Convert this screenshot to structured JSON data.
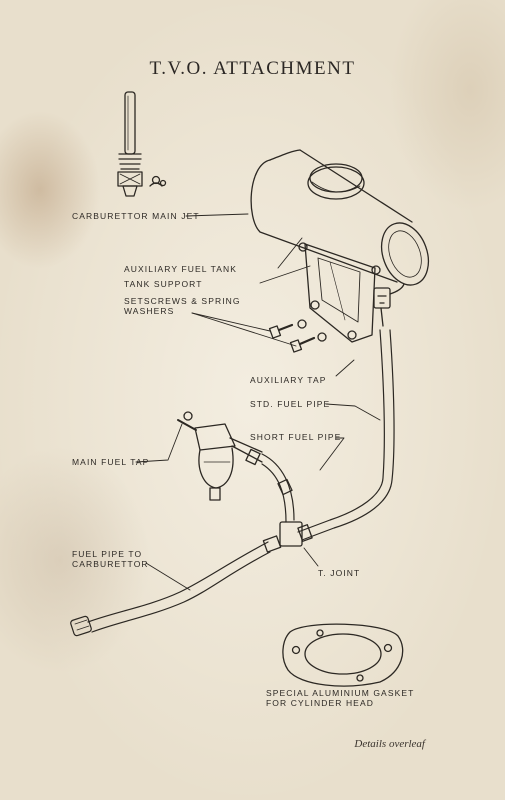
{
  "title": "T.V.O. ATTACHMENT",
  "labels": {
    "carburettor_main_jet": "CARBURETTOR MAIN JET",
    "auxiliary_fuel_tank": "AUXILIARY FUEL TANK",
    "tank_support": "TANK SUPPORT",
    "setscrews_line1": "SETSCREWS & SPRING",
    "setscrews_line2": "WASHERS",
    "auxiliary_tap": "AUXILIARY TAP",
    "std_fuel_pipe": "STD. FUEL PIPE",
    "short_fuel_pipe": "SHORT FUEL PIPE",
    "main_fuel_tap": "MAIN FUEL TAP",
    "fuel_pipe_line1": "FUEL PIPE TO",
    "fuel_pipe_line2": "CARBURETTOR",
    "t_joint": "T. JOINT",
    "gasket_line1": "SPECIAL ALUMINIUM GASKET",
    "gasket_line2": "FOR CYLINDER HEAD"
  },
  "footer": "Details overleaf"
}
